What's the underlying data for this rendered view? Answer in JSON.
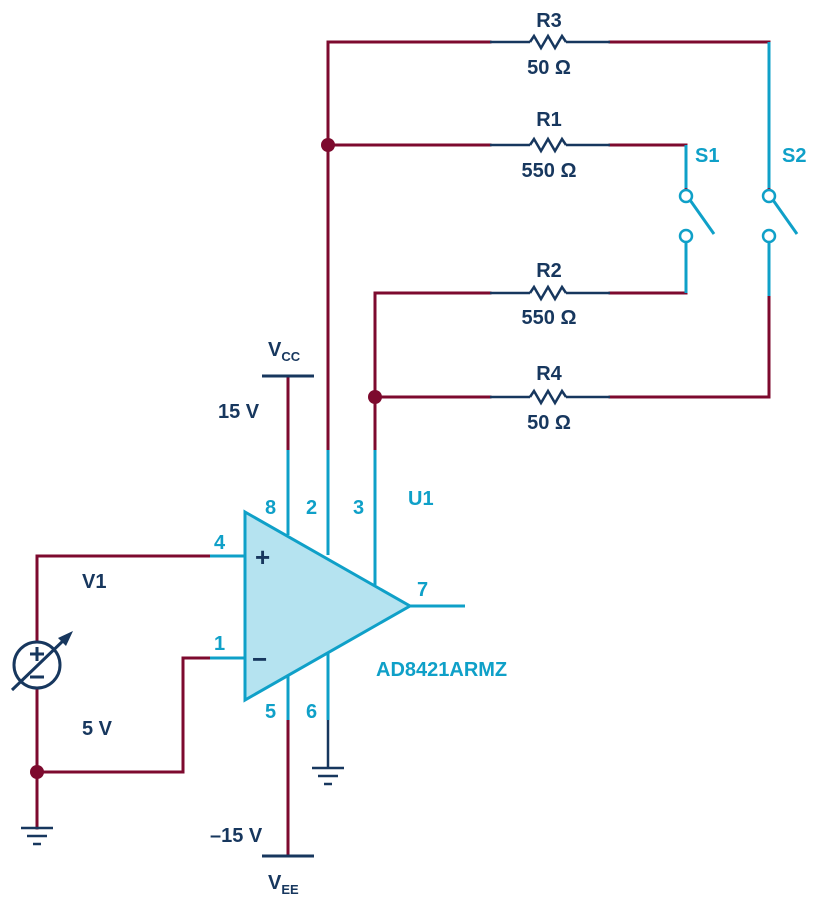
{
  "resistors": {
    "r3": {
      "name": "R3",
      "value": "50 Ω"
    },
    "r1": {
      "name": "R1",
      "value": "550 Ω"
    },
    "r2": {
      "name": "R2",
      "value": "550 Ω"
    },
    "r4": {
      "name": "R4",
      "value": "50 Ω"
    }
  },
  "switches": {
    "s1": "S1",
    "s2": "S2"
  },
  "supply": {
    "vcc_main": "V",
    "vcc_sub": "CC",
    "vcc_voltage": "15 V",
    "vee_main": "V",
    "vee_sub": "EE",
    "vee_voltage": "–15 V"
  },
  "source": {
    "name": "V1",
    "voltage": "5 V"
  },
  "opamp": {
    "ref": "U1",
    "part": "AD8421ARMZ",
    "plus": "+",
    "minus": "−",
    "pins": {
      "p8": "8",
      "p2": "2",
      "p3": "3",
      "p4": "4",
      "p1": "1",
      "p5": "5",
      "p6": "6",
      "p7": "7"
    }
  },
  "colors": {
    "wire": "#7d0a2e",
    "pin": "#0fa0c8",
    "label": "#17375e",
    "opamp_fill": "#b5e3f0"
  }
}
